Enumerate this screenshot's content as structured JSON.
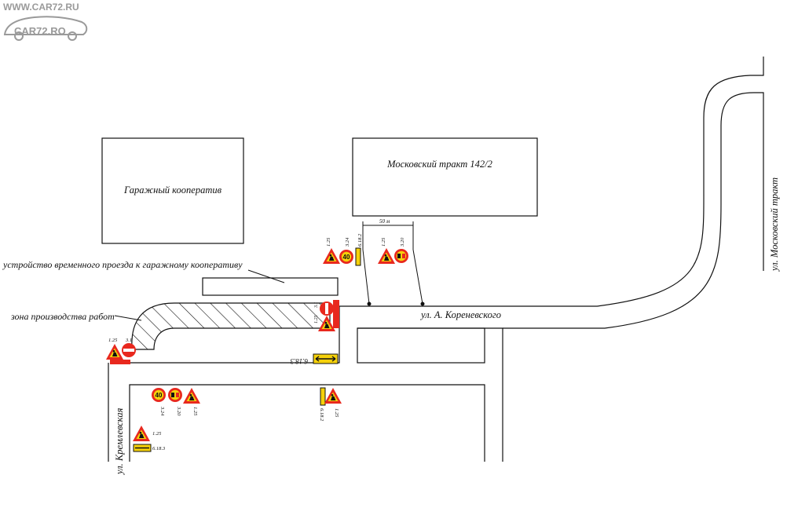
{
  "watermark": {
    "url_text": "WWW.CAR72.RU",
    "logo_text": "CAR72.RO"
  },
  "buildings": {
    "garage": "Гаражный кооператив",
    "moscow_tract_building": "Московский тракт 142/2"
  },
  "streets": {
    "korenevskogo": "ул. А. Кореневского",
    "moskovsky_trakt": "ул. Московский тракт",
    "kremlevskaya": "ул. Кремлевская"
  },
  "callouts": {
    "temporary_passage": "устройство временного проезда к гаражному кооперативу",
    "work_zone": "зона производства работ"
  },
  "dimension": {
    "distance": "50 м"
  },
  "sign_codes": {
    "road_works": "1.25",
    "speed_limit": "3.24",
    "no_overtaking": "3.20",
    "no_entry": "3.1",
    "direction_plate": "6.18.2",
    "detour_plate": "6.18.3",
    "speed_value": "40"
  },
  "colors": {
    "sign_red": "#e8281e",
    "sign_yellow": "#f5d10a",
    "plate_black": "#111111",
    "line": "#111111",
    "watermark": "#9a9a9a"
  }
}
